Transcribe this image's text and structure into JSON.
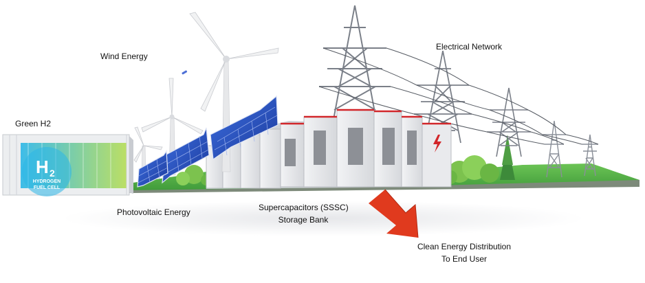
{
  "labels": {
    "wind": "Wind Energy",
    "green_h2": "Green H2",
    "network": "Electrical Network",
    "photovoltaic": "Photovoltaic Energy",
    "supercap_line1": "Supercapacitors (SSSC)",
    "supercap_line2": "Storage Bank",
    "distribution_line1": "Clean Energy Distribution",
    "distribution_line2": "To End User"
  },
  "fuel_cell": {
    "symbol": "H",
    "subscript": "2",
    "line1": "HYDROGEN",
    "line2": "FUEL CELL"
  },
  "colors": {
    "ground": "#3f9a3a",
    "grass": "#5cb84a",
    "panel": "#2346b8",
    "tower": "#7a7f88",
    "arrow": "#e03a1e",
    "container_accent": "#2bb7e8",
    "container_green": "#a8d84a"
  }
}
